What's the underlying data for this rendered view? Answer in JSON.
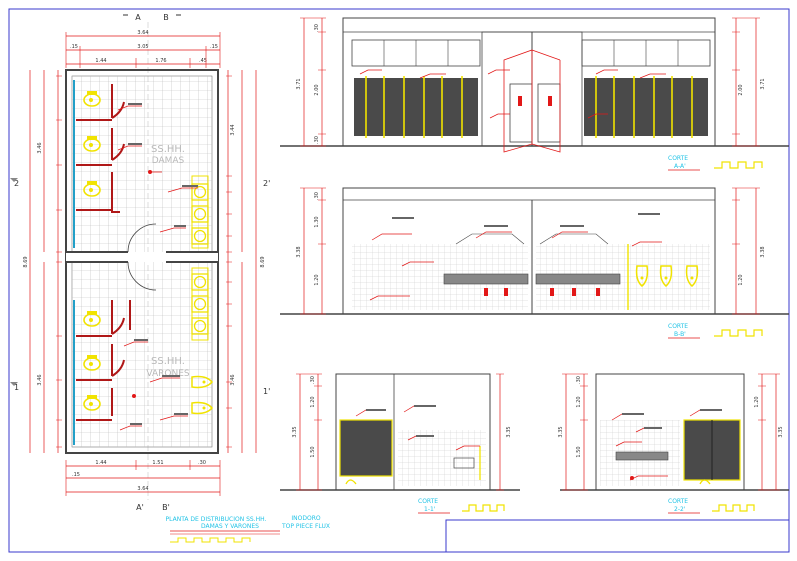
{
  "colors": {
    "frame": "#3a3acc",
    "wall": "#444444",
    "dim_red": "#e21818",
    "dim_blue": "#3a3acc",
    "grid": "#b9b9b9",
    "fixture": "#f1e300",
    "partition": "#b01818",
    "fill_dark": "#4a4a4a",
    "note_cyan": "#22c3e6",
    "tile_hatch": "#dcdcdc"
  },
  "plan": {
    "axis_top_a": "A",
    "axis_top_b": "B",
    "axis_bottom_a": "A'",
    "axis_bottom_b": "B'",
    "axis_left_2": "2",
    "axis_right_2": "2'",
    "axis_left_1": "1",
    "axis_right_1": "1'",
    "dim_total_top": "3.64",
    "dim_mid_top": "3.05",
    "dim_left_top": ".15",
    "dim_right_top": ".15",
    "dim_a": "1.44",
    "dim_b": "1.76",
    "dim_c": ".45",
    "dim_total_bottom": "3.64",
    "dim_bottom_a": "1.44",
    "dim_bottom_b": "1.51",
    "dim_bottom_c": ".30",
    "dim_bottom_d": ".15",
    "dim_left_total": "8.69",
    "dim_right_total": "8.69",
    "dim_left_upper": "3.46",
    "dim_left_lower": "3.46",
    "dim_right_upper": "3.44",
    "dim_right_lower": "3.46",
    "room_upper_title": "SS.HH.",
    "room_upper_name": "DAMAS",
    "room_lower_title": "SS.HH.",
    "room_lower_name": "VARONES",
    "title_line1": "PLANTA DE DISTRIBUCION  SS.HH.",
    "title_line2": "DAMAS Y VARONES",
    "note_line1": "INODORO",
    "note_line2": "TOP PIECE FLUX"
  },
  "sections": {
    "aa_label": "CORTE",
    "aa_id": "A-A'",
    "bb_label": "CORTE",
    "bb_id": "B-B'",
    "c11_label": "CORTE",
    "c11_id": "1-1'",
    "c22_label": "CORTE",
    "c22_id": "2-2'",
    "aa_dim_total": "3.71",
    "aa_dim_a": ".30",
    "aa_dim_b": "2.00",
    "aa_dim_c": ".30",
    "bb_dim_total": "3.38",
    "bb_dim_a": ".30",
    "bb_dim_b": "1.30",
    "bb_dim_c": "1.20",
    "c11_dim_total": "3.35",
    "c11_dim_a": ".30",
    "c11_dim_b": "1.20",
    "c11_dim_c": "1.50",
    "c22_dim_total": "3.35",
    "c22_dim_a": ".30",
    "c22_dim_b": "1.20",
    "c22_dim_c": "1.50"
  }
}
